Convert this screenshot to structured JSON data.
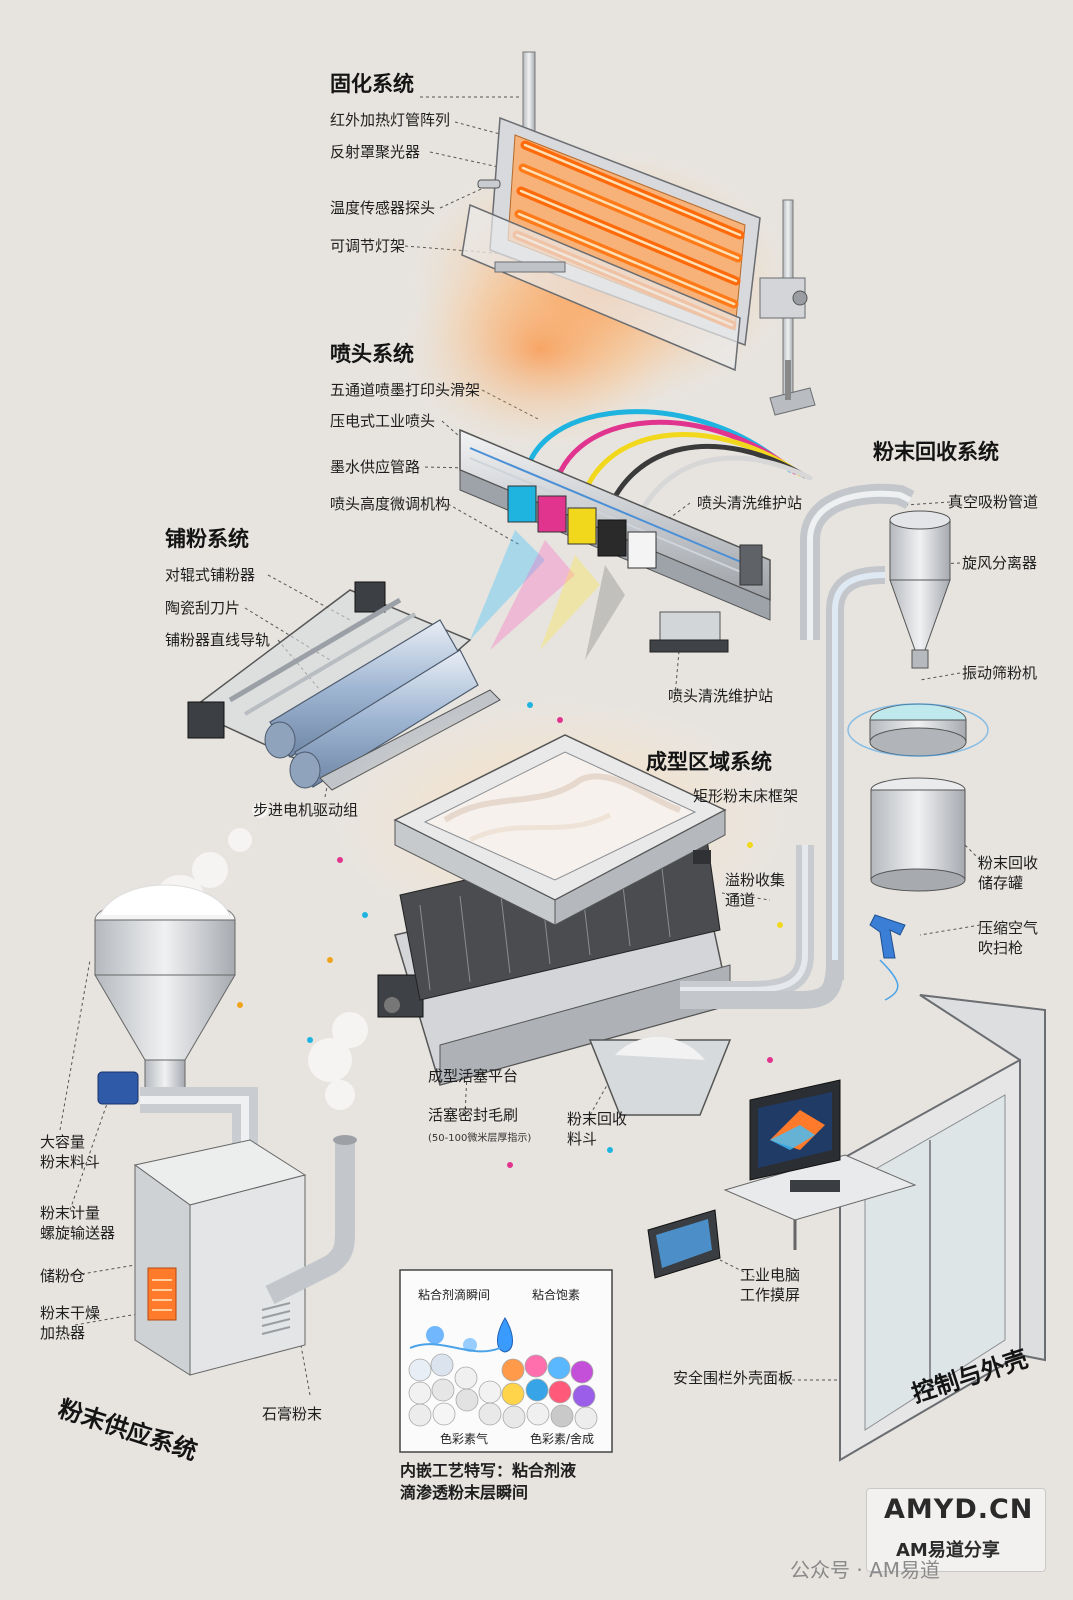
{
  "curing": {
    "title": "固化系统",
    "labels": [
      "红外加热灯管阵列",
      "反射罩聚光器",
      "温度传感器探头",
      "可调节灯架"
    ]
  },
  "nozzle": {
    "title": "喷头系统",
    "labels": [
      "五通道喷墨打印头滑架",
      "压电式工业喷头",
      "墨水供应管路",
      "喷头高度微调机构"
    ],
    "station_top": "喷头清洗维护站",
    "station_bottom": "喷头清洗维护站"
  },
  "spreader": {
    "title": "铺粉系统",
    "labels": [
      "对辊式铺粉器",
      "陶瓷刮刀片",
      "铺粉器直线导轨"
    ],
    "motor": "步进电机驱动组"
  },
  "recovery": {
    "title": "粉末回收系统",
    "labels": [
      "真空吸粉管道",
      "旋风分离器",
      "振动筛粉机",
      "粉末回收\n储存罐",
      "压缩空气\n吹扫枪"
    ]
  },
  "build": {
    "title": "成型区域系统",
    "frame": "矩形粉末床框架",
    "overflow": "溢粉收集\n通道",
    "piston": "成型活塞平台",
    "brush": "活塞密封毛刷",
    "brush_note": "(50-100微米层厚指示)",
    "hopper": "粉末回收\n料斗"
  },
  "supply": {
    "title": "粉末供应系统",
    "labels": [
      "大容量\n粉末料斗",
      "粉末计量\n螺旋输送器",
      "储粉仓",
      "粉末干燥\n加热器"
    ],
    "powder": "石膏粉末"
  },
  "control": {
    "title": "控制与外壳",
    "pc": "工业电脑\n工作摸屏",
    "fence": "安全围栏外壳面板"
  },
  "inset": {
    "tl": "粘合剂滴瞬间",
    "tr": "粘合饱素",
    "bl": "色彩素气",
    "br": "色彩素/舍成",
    "caption": "内嵌工艺特写：粘合剂液\n滴渗透粉末层瞬间"
  },
  "watermark": {
    "site": "AMYD.CN",
    "name": "AM易道分享",
    "account": "公众号 · AM易道"
  },
  "colors": {
    "cyan": "#1fb3e0",
    "magenta": "#e0348f",
    "yellow": "#f2d81c",
    "black": "#2a2a2a",
    "white": "#f4f4f4",
    "heat": "#ff8a2a",
    "metal": "#c9ccd0"
  }
}
